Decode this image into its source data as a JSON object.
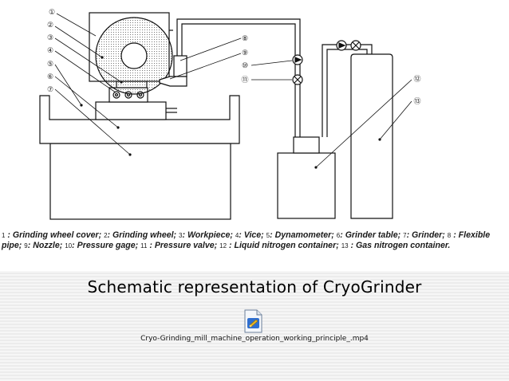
{
  "callouts": [
    "①",
    "②",
    "③",
    "④",
    "⑤",
    "⑥",
    "⑦",
    "⑧",
    "⑨",
    "⑩",
    "⑪",
    "⑫",
    "⑬"
  ],
  "legend": [
    {
      "n": "1",
      "label": "Grinding wheel cover;"
    },
    {
      "n": "2",
      "label": "Grinding wheel;"
    },
    {
      "n": "3",
      "label": "Workpiece;"
    },
    {
      "n": "4",
      "label": "Vice;"
    },
    {
      "n": "5",
      "label": "Dynamometer;"
    },
    {
      "n": "6",
      "label": "Grinder table;"
    },
    {
      "n": "7",
      "label": "Grinder;"
    },
    {
      "n": "8",
      "label": "Flexible pipe;"
    },
    {
      "n": "9",
      "label": "Nozzle;"
    },
    {
      "n": "10",
      "label": "Pressure gage;"
    },
    {
      "n": "11",
      "label": "Pressure valve;"
    },
    {
      "n": "12",
      "label": "Liquid nitrogen container;"
    },
    {
      "n": "13",
      "label": "Gas nitrogen container."
    }
  ],
  "title": "Schematic representation of CryoGrinder",
  "attachment": {
    "icon": "video-file-icon",
    "filename": "Cryo-Grinding_mill_machine_operation_working_principle_.mp4"
  }
}
